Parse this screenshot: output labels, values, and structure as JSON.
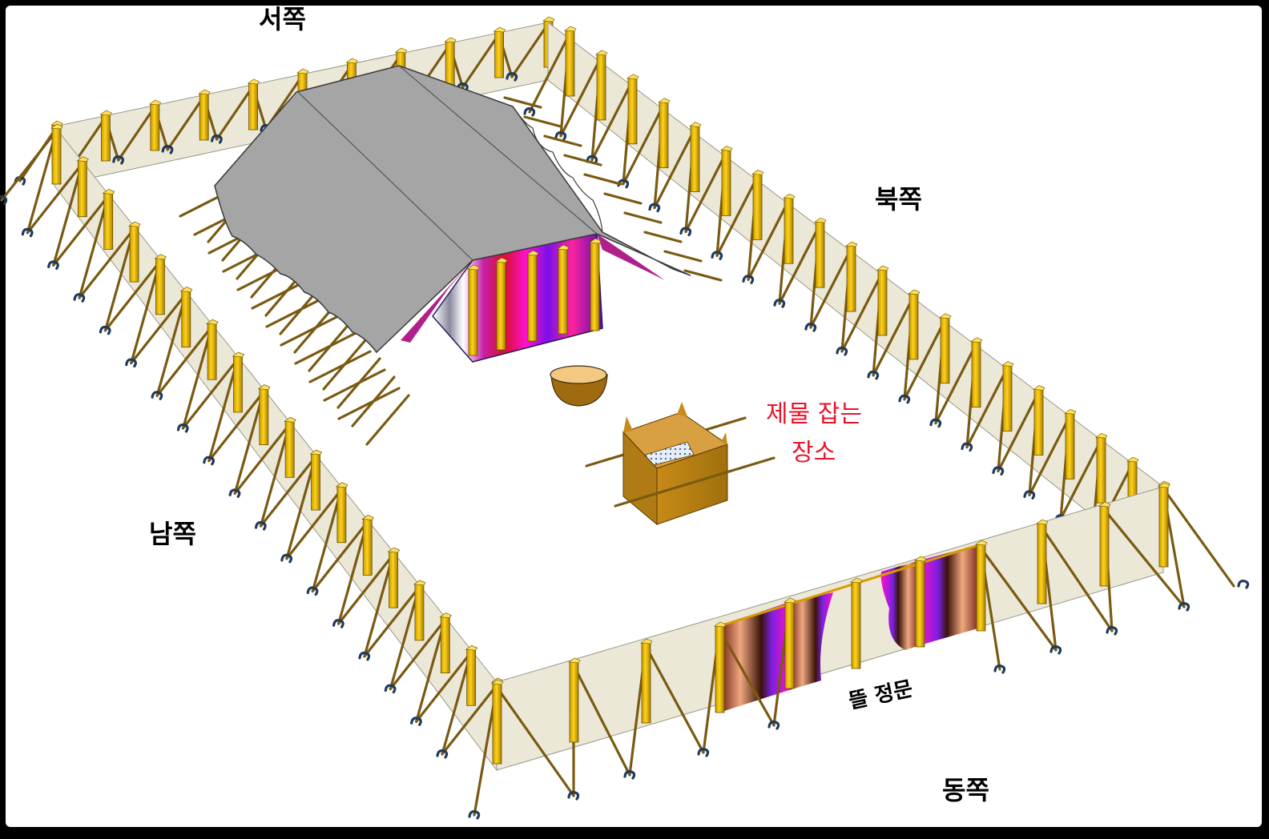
{
  "labels": {
    "west": "서쪽",
    "north": "북쪽",
    "south": "남쪽",
    "east": "동쪽",
    "gate": "뜰 정문",
    "place_line1": "제물 잡는",
    "place_line2": "장소"
  },
  "colors": {
    "background": "#ffffff",
    "frame": "#000000",
    "linen": "#ece8d8",
    "post": "#f2c200",
    "rope": "#7a5a12",
    "peg": "#1e3a5f",
    "roof": "#a5a5a5",
    "place_text": "#e8152a"
  }
}
